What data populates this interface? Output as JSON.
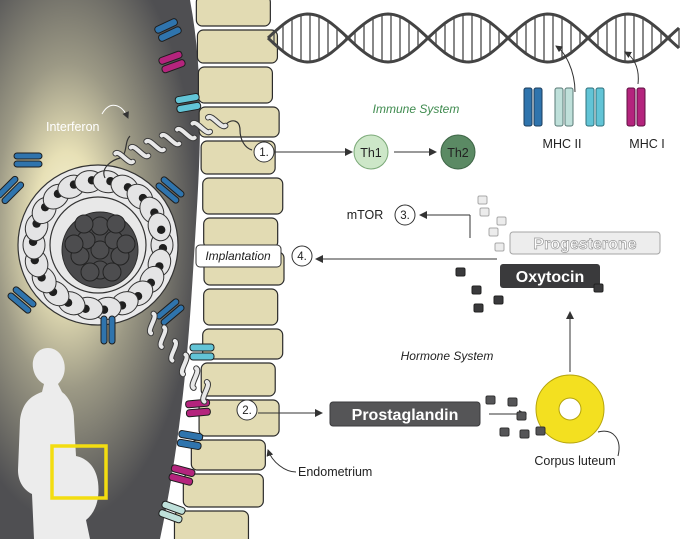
{
  "labels": {
    "interferon": "Interferon",
    "immune_system": "Immune System",
    "th1": "Th1",
    "th2": "Th2",
    "mhc2": "MHC II",
    "mhc1": "MHC I",
    "mtor": "mTOR",
    "implantation": "Implantation",
    "progesterone": "Progesterone",
    "oxytocin": "Oxytocin",
    "hormone_system": "Hormone System",
    "prostaglandin": "Prostaglandin",
    "corpus_luteum": "Corpus luteum",
    "endometrium": "Endometrium"
  },
  "steps": {
    "s1": "1.",
    "s2": "2.",
    "s3": "3.",
    "s4": "4."
  },
  "colors": {
    "background_dark": "#545456",
    "endometrium_cell": "#e2dbb3",
    "blue_receptor": "#2f74ad",
    "light_blue_receptor": "#62c4d6",
    "pale_receptor": "#bfe0da",
    "magenta_receptor": "#b4247d",
    "th1": "#cde7c8",
    "th2": "#5b8a64",
    "immune_text": "#3f8b4f",
    "corpus_luteum": "#f3e020",
    "embryo_center": "#4a4a4c",
    "dna": "#555555"
  },
  "icons": [
    "dna-helix-icon",
    "pregnant-woman-icon",
    "curved-arrow-icon",
    "mhc-receptor-icon",
    "hormone-particle-icon"
  ]
}
